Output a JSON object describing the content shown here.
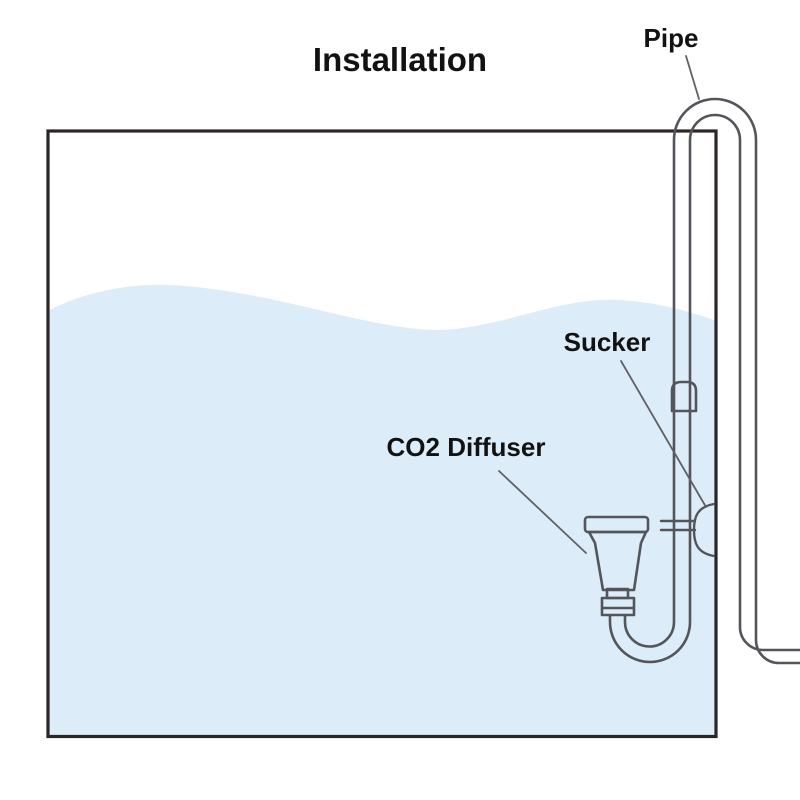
{
  "title": "Installation",
  "labels": {
    "pipe": "Pipe",
    "sucker": "Sucker",
    "diffuser": "CO2 Diffuser"
  },
  "colors": {
    "background": "#ffffff",
    "water": "#dcedf9",
    "tank_outline": "#2c2527",
    "tube_outline": "#54555b",
    "leader_line": "#606065",
    "label_text": "#121212"
  }
}
